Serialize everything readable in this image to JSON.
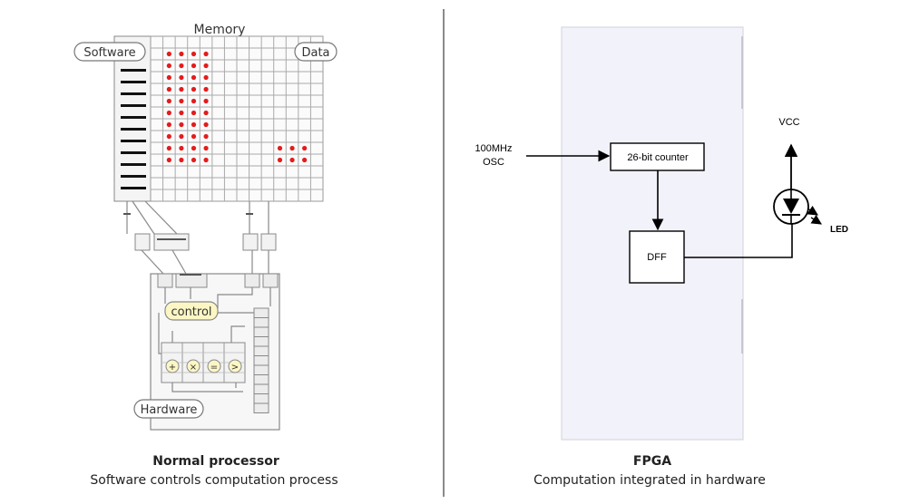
{
  "left": {
    "memory_label": "Memory",
    "software_label": "Software",
    "data_label": "Data",
    "control_label": "control",
    "hardware_label": "Hardware",
    "op_symbols": [
      "+",
      "×",
      "=",
      ">"
    ],
    "caption_title": "Normal processor",
    "caption_sub": "Software controls computation process"
  },
  "right": {
    "osc_line1": "100MHz",
    "osc_line2": "OSC",
    "counter_label": "26-bit counter",
    "dff_label": "DFF",
    "vcc_label": "VCC",
    "led_label": "LED",
    "caption_title": "FPGA",
    "caption_sub": "Computation integrated in hardware"
  },
  "colors": {
    "dot_red": "#e41c1c",
    "control_fill": "#fbf6c4",
    "divider": "#8a8a8a",
    "fpga_panel": "#f2f2fa"
  }
}
